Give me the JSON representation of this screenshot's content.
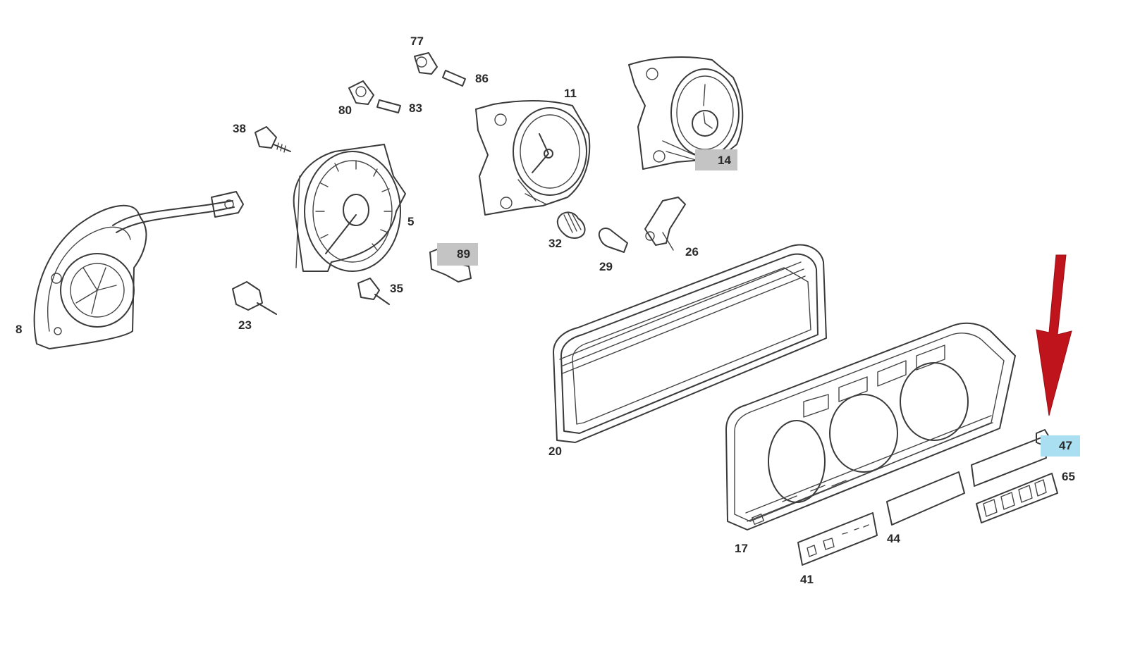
{
  "diagram": {
    "part_labels": [
      {
        "id": "p77",
        "text": "77"
      },
      {
        "id": "p86",
        "text": "86"
      },
      {
        "id": "p80",
        "text": "80"
      },
      {
        "id": "p83",
        "text": "83"
      },
      {
        "id": "p11",
        "text": "11"
      },
      {
        "id": "p14",
        "text": "14",
        "highlight": "gray"
      },
      {
        "id": "p38",
        "text": "38"
      },
      {
        "id": "p5",
        "text": "5"
      },
      {
        "id": "p32",
        "text": "32"
      },
      {
        "id": "p29",
        "text": "29"
      },
      {
        "id": "p26",
        "text": "26"
      },
      {
        "id": "p89",
        "text": "89",
        "highlight": "gray"
      },
      {
        "id": "p35",
        "text": "35"
      },
      {
        "id": "p23",
        "text": "23"
      },
      {
        "id": "p8",
        "text": "8"
      },
      {
        "id": "p20",
        "text": "20"
      },
      {
        "id": "p47",
        "text": "47",
        "highlight": "blue"
      },
      {
        "id": "p65",
        "text": "65"
      },
      {
        "id": "p17",
        "text": "17"
      },
      {
        "id": "p44",
        "text": "44"
      },
      {
        "id": "p41",
        "text": "41"
      }
    ],
    "highlight_colors": {
      "gray": "#c4c4c4",
      "blue": "#a9dff1"
    },
    "arrow": {
      "color": "#c0141c",
      "points_to": "47"
    }
  }
}
